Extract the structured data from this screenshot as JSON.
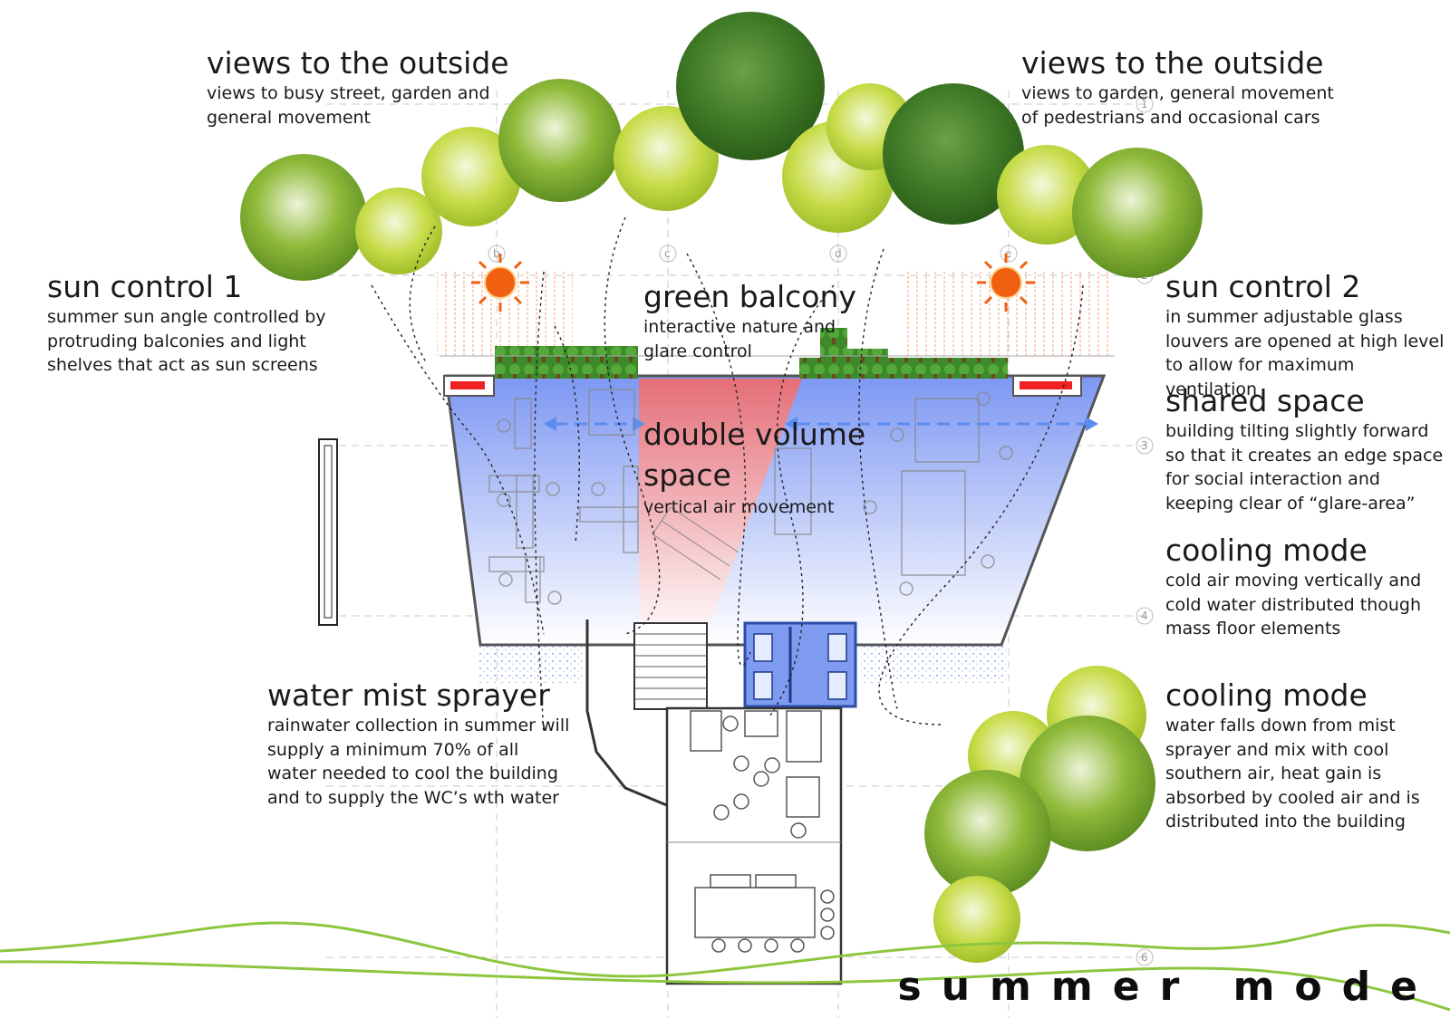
{
  "title": "summer mode",
  "annotations": {
    "views_left": {
      "heading": "views to the outside",
      "body": "views to busy street, garden and\ngeneral movement"
    },
    "views_right": {
      "heading": "views to the outside",
      "body": "views to garden, general movement\nof pedestrians and occasional cars"
    },
    "sun_control_1": {
      "heading": "sun control 1",
      "body": "summer sun angle controlled by\nprotruding balconies and light\nshelves that act as sun screens"
    },
    "sun_control_2": {
      "heading": "sun control 2",
      "body": "in summer adjustable glass\nlouvers are opened at high level\nto allow for maximum ventilation"
    },
    "green_balcony": {
      "heading": "green balcony",
      "body": "interactive nature and\nglare control"
    },
    "double_volume": {
      "heading": "double volume\nspace",
      "body": "vertical air movement"
    },
    "shared_space": {
      "heading": "shared space",
      "body": "building tilting slightly forward\nso that it creates an edge space\nfor social interaction and\nkeeping clear of “glare-area”"
    },
    "cooling_1": {
      "heading": "cooling mode",
      "body": "cold air moving vertically and\ncold water distributed though\nmass floor elements"
    },
    "cooling_2": {
      "heading": "cooling mode",
      "body": "water falls down from mist\nsprayer and mix with cool\nsouthern air, heat gain is\nabsorbed by cooled air and is\ndistributed into the building"
    },
    "water_mist": {
      "heading": "water mist sprayer",
      "body": "rainwater collection in summer will\nsupply a minimum 70% of all\nwater needed to cool the building\nand to supply the WC’s wth water"
    }
  },
  "grid_tags": [
    "b",
    "c",
    "d",
    "e",
    "1",
    "2",
    "3",
    "4",
    "6"
  ],
  "colors": {
    "tree_light": "#b7d233",
    "tree_mid": "#7fae2e",
    "tree_dark": "#3e7a23",
    "glass_blue": "#6f8ff0",
    "double_volume_red": "#f06a6a",
    "sun_orange": "#f06010",
    "wave_green": "#8cc63f",
    "airflow_arrow": "#5b8cf0"
  }
}
